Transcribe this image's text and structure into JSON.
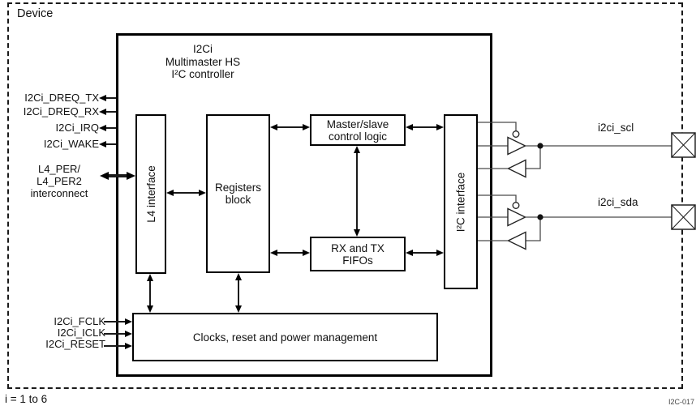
{
  "colors": {
    "ink": "#000000",
    "background": "#ffffff",
    "thin_line": "#555555"
  },
  "device": {
    "label": "Device"
  },
  "controller": {
    "title_lines": [
      "I2Ci",
      "Multimaster HS",
      "I²C controller"
    ]
  },
  "blocks": {
    "l4_interface": {
      "label": "L4 interface"
    },
    "registers": {
      "lines": [
        "Registers",
        "block"
      ]
    },
    "master_slave": {
      "lines": [
        "Master/slave",
        "control logic"
      ]
    },
    "fifos": {
      "lines": [
        "RX and TX",
        "FIFOs"
      ]
    },
    "i2c_interface": {
      "label": "I²C interface"
    },
    "clocks": {
      "label": "Clocks, reset and power management"
    }
  },
  "signals": {
    "left_out": [
      "I2Ci_DREQ_TX",
      "I2Ci_DREQ_RX",
      "I2Ci_IRQ",
      "I2Ci_WAKE"
    ],
    "l4_bus": {
      "lines": [
        "L4_PER/",
        "L4_PER2",
        "interconnect"
      ]
    },
    "bottom_in": [
      "I2Ci_FCLK",
      "I2Ci_ICLK",
      "I2Ci_RESET"
    ],
    "pads": [
      {
        "label": "i2ci_scl"
      },
      {
        "label": "i2ci_sda"
      }
    ]
  },
  "footer": {
    "note": "i = 1 to 6",
    "figure_id": "I2C-017"
  }
}
